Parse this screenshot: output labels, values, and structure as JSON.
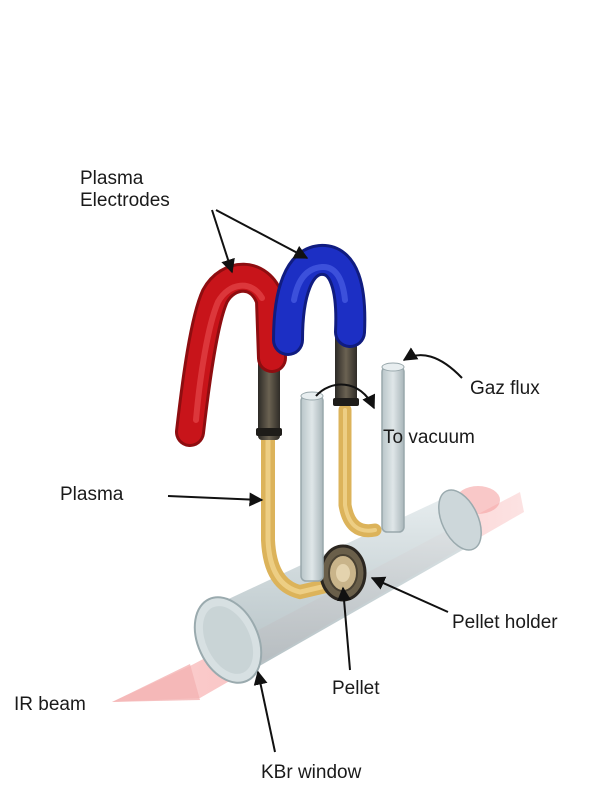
{
  "labels": {
    "plasma_electrodes_line1": "Plasma",
    "plasma_electrodes_line2": "Electrodes",
    "gaz_flux": "Gaz flux",
    "to_vacuum": "To vacuum",
    "plasma": "Plasma",
    "pellet_holder": "Pellet holder",
    "pellet": "Pellet",
    "ir_beam": "IR beam",
    "kbr_window": "KBr window"
  },
  "colors": {
    "red_electrode": "#c8141a",
    "blue_electrode": "#1c2fc4",
    "plasma_tube": "#e6c06a",
    "glass": "#c9d3d6",
    "ir_beam": "#f08080",
    "electrode_sleeve": "#4a4438"
  }
}
